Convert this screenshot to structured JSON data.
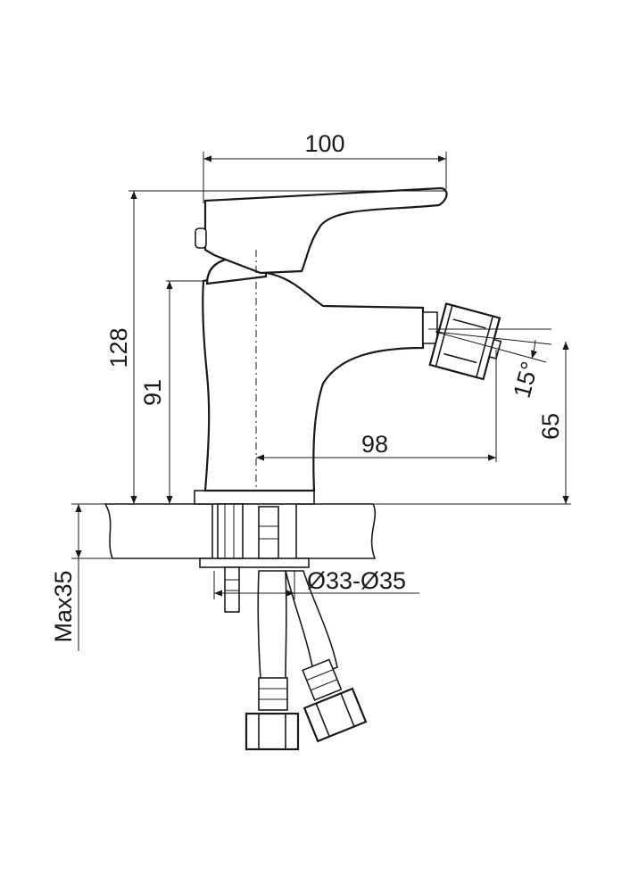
{
  "dimensions": {
    "width_top": "100",
    "height_total": "128",
    "height_body": "91",
    "spout_reach": "98",
    "spout_height": "65",
    "spout_angle": "15°",
    "hole_diameter": "Ø33-Ø35",
    "max_thickness": "Max35"
  }
}
